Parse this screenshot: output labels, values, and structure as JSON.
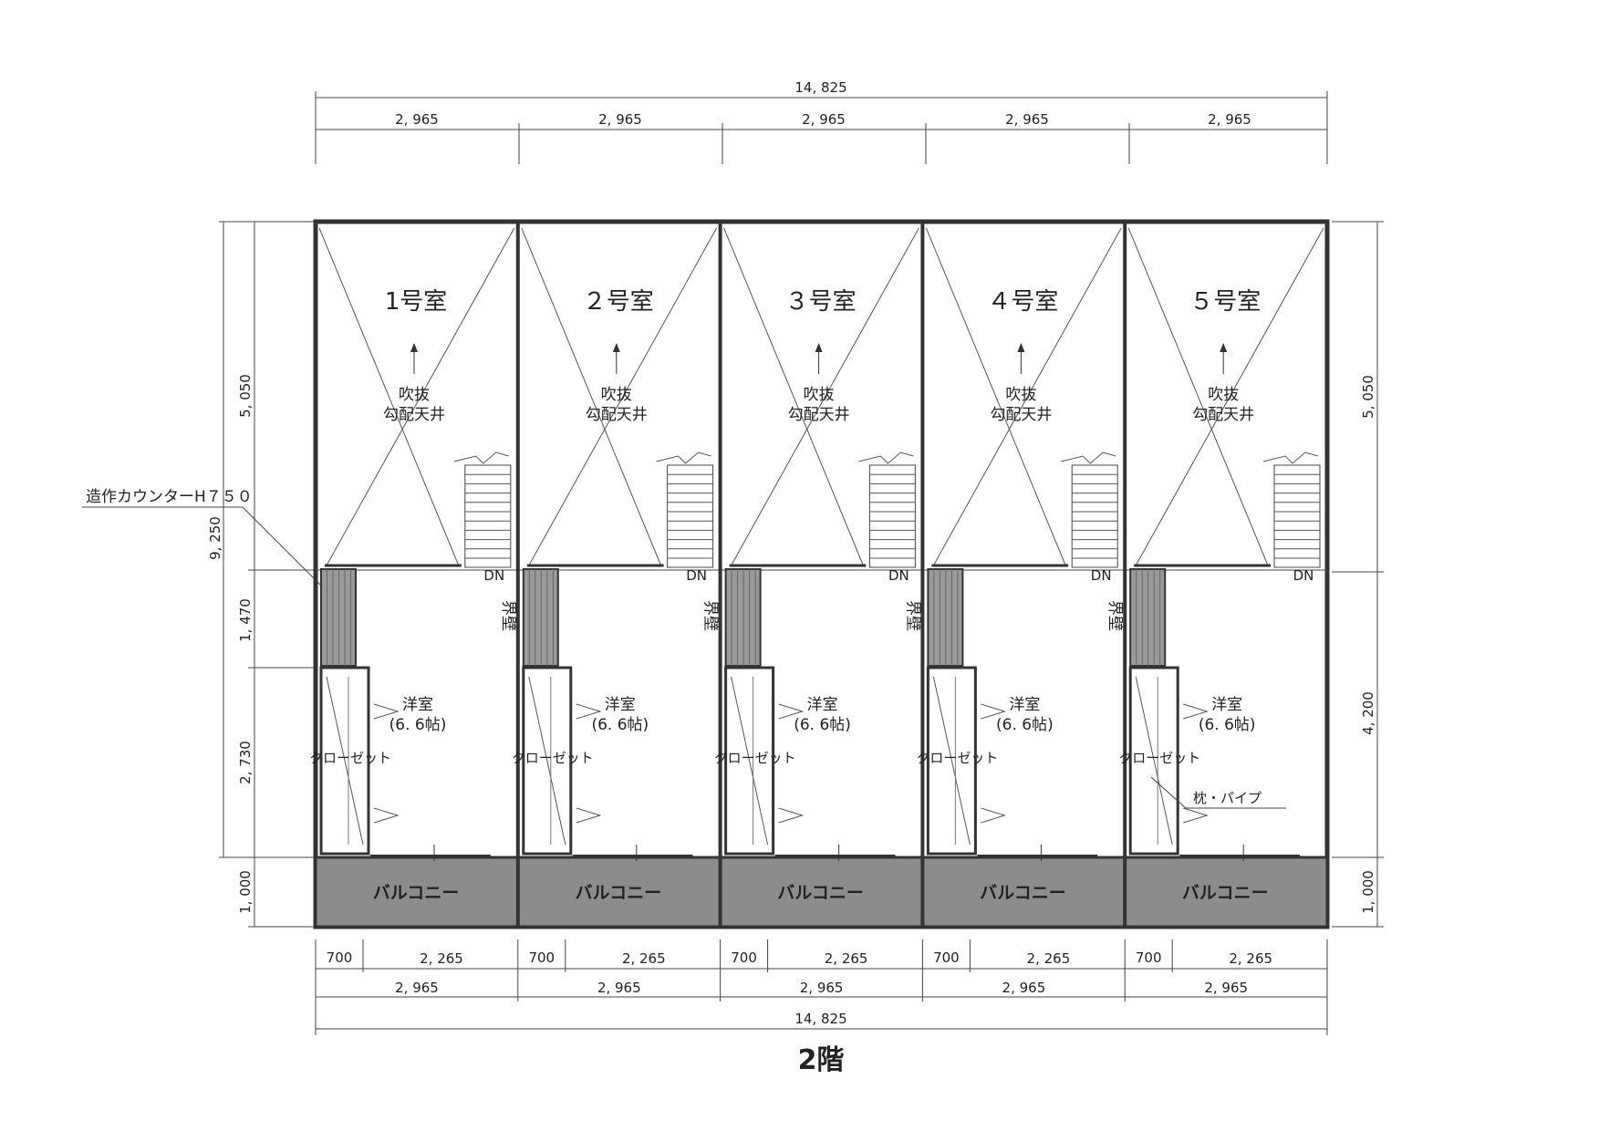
{
  "floor_label": "2階",
  "dimensions": {
    "top_total": "14, 825",
    "top_segments": [
      "2, 965",
      "2, 965",
      "2, 965",
      "2, 965",
      "2, 965"
    ],
    "bottom_sub": [
      "700",
      "2, 265"
    ],
    "bottom_segments": [
      "2, 965",
      "2, 965",
      "2, 965",
      "2, 965",
      "2, 965"
    ],
    "bottom_total": "14, 825",
    "left_outer": "9, 250",
    "left_segments": [
      "5, 050",
      "1, 470",
      "2, 730",
      "1, 000"
    ],
    "right_segments": [
      "5, 050",
      "4, 200",
      "1, 000"
    ]
  },
  "units": [
    {
      "name": "1号室",
      "void_1": "吹抜",
      "void_2": "勾配天井",
      "stairs": "DN",
      "wall": "界壁",
      "room_1": "洋室",
      "room_2": "(6. 6帖)",
      "closet": "クローゼット",
      "balcony": "バルコニー"
    },
    {
      "name": "２号室",
      "void_1": "吹抜",
      "void_2": "勾配天井",
      "stairs": "DN",
      "wall": "界壁",
      "room_1": "洋室",
      "room_2": "(6. 6帖)",
      "closet": "クローゼット",
      "balcony": "バルコニー"
    },
    {
      "name": "３号室",
      "void_1": "吹抜",
      "void_2": "勾配天井",
      "stairs": "DN",
      "wall": "界壁",
      "room_1": "洋室",
      "room_2": "(6. 6帖)",
      "closet": "クローゼット",
      "balcony": "バルコニー"
    },
    {
      "name": "４号室",
      "void_1": "吹抜",
      "void_2": "勾配天井",
      "stairs": "DN",
      "wall": "界壁",
      "room_1": "洋室",
      "room_2": "(6. 6帖)",
      "closet": "クローゼット",
      "balcony": "バルコニー"
    },
    {
      "name": "５号室",
      "void_1": "吹抜",
      "void_2": "勾配天井",
      "stairs": "DN",
      "wall": "",
      "room_1": "洋室",
      "room_2": "(6. 6帖)",
      "closet": "クローゼット",
      "balcony": "バルコニー"
    }
  ],
  "annotations": {
    "counter": "造作カウンターH７５０",
    "shelf_pipe": "枕・パイプ"
  },
  "colors": {
    "line": "#333333",
    "balcony_fill": "#8c8c8c",
    "hatch_fill": "#9a9a9a"
  }
}
